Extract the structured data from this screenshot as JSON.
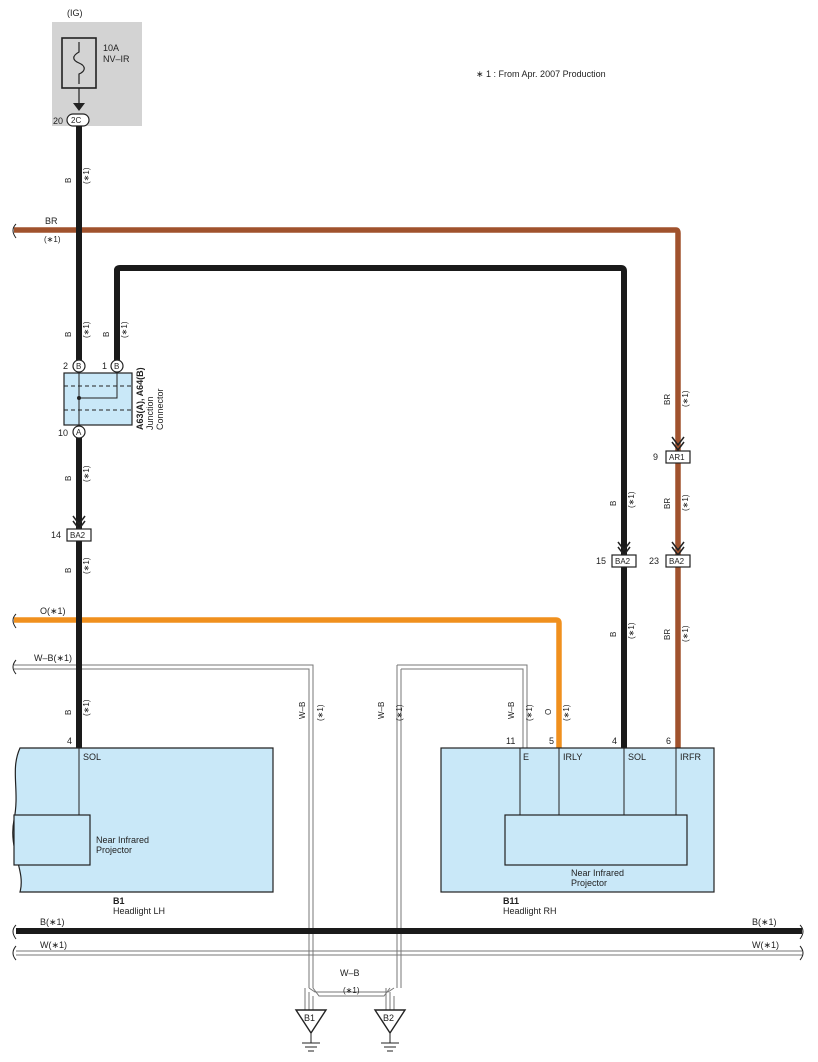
{
  "note": "∗ 1 : From Apr.  2007 Production",
  "fuse": {
    "ig_label": "(IG)",
    "rating": "10A",
    "name": "NV–IR",
    "pin": "20",
    "connector": "2C"
  },
  "wire_labels": {
    "b": "B",
    "br": "BR",
    "o": "O",
    "w_b": "W–B",
    "star1": "(∗1)",
    "o_star1": "O(∗1)",
    "w_b_star1": "W–B(∗1)",
    "b_star1": "B(∗1)",
    "w_star1": "W(∗1)"
  },
  "junction": {
    "title": "A63(A), A64(B)",
    "line1": "Junction",
    "line2": "Connector",
    "pin_left": "2",
    "pin_right": "1",
    "pin_bottom": "10",
    "letter_b": "B",
    "letter_a": "A"
  },
  "connectors": {
    "ba2": "BA2",
    "ar1": "AR1",
    "pin14": "14",
    "pin15": "15",
    "pin23": "23",
    "pin9": "9"
  },
  "headlight_lh": {
    "code": "B1",
    "name": "Headlight LH",
    "pin": "4",
    "terminal": "SOL",
    "component_line1": "Near Infrared",
    "component_line2": "Projector"
  },
  "headlight_rh": {
    "code": "B11",
    "name": "Headlight RH",
    "pins": [
      "11",
      "5",
      "4",
      "6"
    ],
    "terminals": [
      "E",
      "IRLY",
      "SOL",
      "IRFR"
    ],
    "component_line1": "Near Infrared",
    "component_line2": "Projector"
  },
  "grounds": {
    "b1": "B1",
    "b2": "B2"
  },
  "colors": {
    "wire_black": "#1a1a1a",
    "wire_brown": "#a0522d",
    "wire_orange": "#f0901e",
    "component_fill": "#c9e8f8",
    "fuse_area": "#d3d3d3"
  }
}
